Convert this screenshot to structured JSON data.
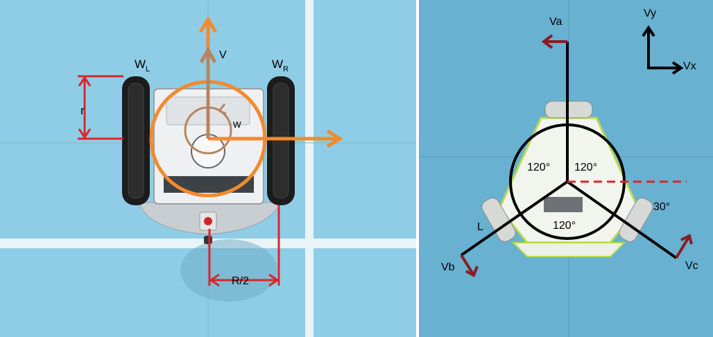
{
  "left_panel": {
    "labels": {
      "wheel_left": "W",
      "wheel_left_sub": "L",
      "wheel_right": "W",
      "wheel_right_sub": "R",
      "linear_velocity": "V",
      "angular_velocity": "w",
      "wheel_radius": "r",
      "half_base": "R/2"
    }
  },
  "right_panel": {
    "labels": {
      "wheel_a_velocity": "Va",
      "wheel_b_velocity": "Vb",
      "wheel_c_velocity": "Vc",
      "axis_y": "Vy",
      "axis_x": "Vx",
      "arm_length": "L",
      "angle_left": "120°",
      "angle_right": "120°",
      "angle_bottom": "120°",
      "angle_offset": "30°"
    }
  },
  "colors": {
    "floor_left": "#8fcde6",
    "floor_right": "#69b1d1",
    "grid_line": "#e8f4f8",
    "annotation_red": "#d9262b",
    "orange": "#f28a2e",
    "brown": "#b8845e",
    "dark_red": "#8a1c24",
    "black": "#000000"
  }
}
